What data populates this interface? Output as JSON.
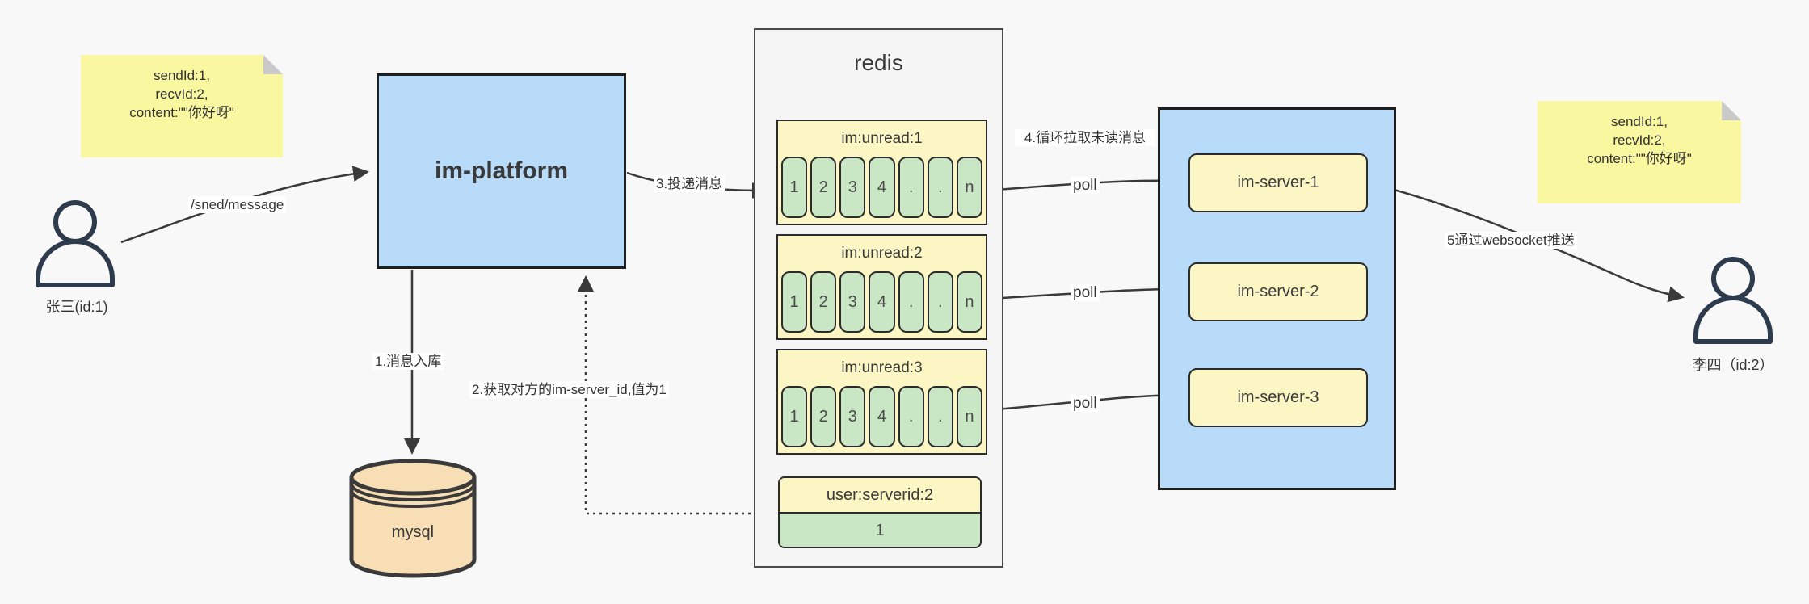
{
  "notes": {
    "left": {
      "lines": [
        "sendId:1,",
        "recvId:2,",
        "content:\"\"你好呀\""
      ]
    },
    "right": {
      "lines": [
        "sendId:1,",
        "recvId:2,",
        "content:\"\"你好呀\""
      ]
    }
  },
  "actors": {
    "sender": {
      "label": "张三(id:1)"
    },
    "receiver": {
      "label": "李四（id:2）"
    }
  },
  "platform": {
    "label": "im-platform"
  },
  "database": {
    "label": "mysql"
  },
  "redis": {
    "title": "redis",
    "queues": [
      {
        "name": "im:unread:1",
        "cells": [
          "1",
          "2",
          "3",
          "4",
          ".",
          ".",
          "n"
        ]
      },
      {
        "name": "im:unread:2",
        "cells": [
          "1",
          "2",
          "3",
          "4",
          ".",
          ".",
          "n"
        ]
      },
      {
        "name": "im:unread:3",
        "cells": [
          "1",
          "2",
          "3",
          "4",
          ".",
          ".",
          "n"
        ]
      }
    ],
    "kv": {
      "key": "user:serverid:2",
      "value": "1"
    }
  },
  "servers": [
    {
      "label": "im-server-1"
    },
    {
      "label": "im-server-2"
    },
    {
      "label": "im-server-3"
    }
  ],
  "edges": {
    "send": "/sned/message",
    "step1": "1.消息入库",
    "step2": "2.获取对方的im-server_id,值为1",
    "step3": "3.投递消息",
    "step4": "4.循环拉取未读消息",
    "poll": "poll",
    "step5": "5通过websocket推送"
  },
  "colors": {
    "background": "#F8F8F8",
    "note_yellow": "#FAF7A1",
    "panel_blue": "#B7DBF8",
    "box_yellow": "#FBF6C4",
    "cell_green": "#C9E6C5",
    "db_orange": "#F8DEB4",
    "container_gray": "#F5F5F5",
    "line_dark": "#3A3A3A"
  }
}
